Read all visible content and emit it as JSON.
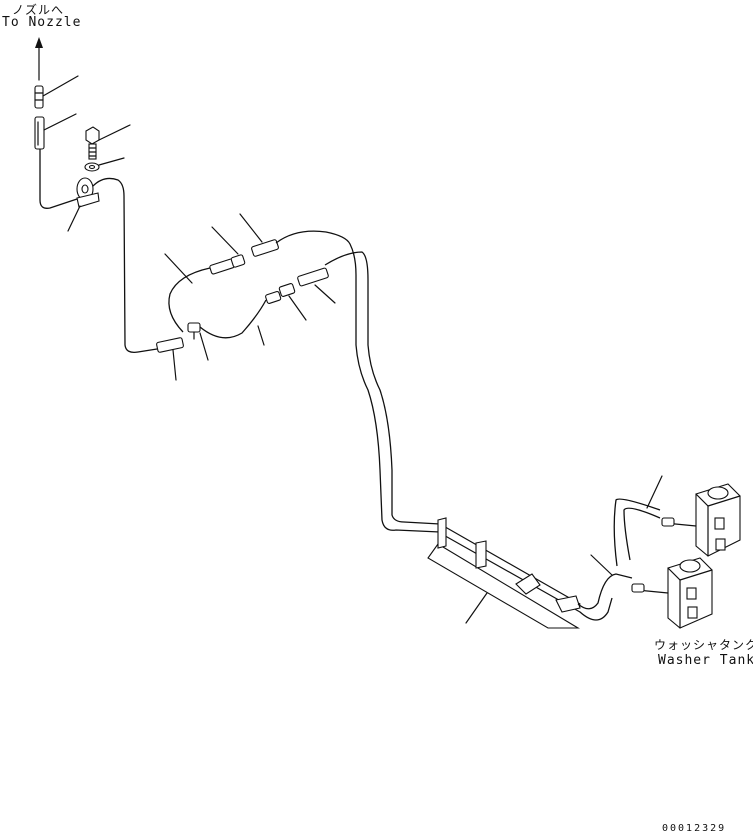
{
  "labels": {
    "to_nozzle_jp": "ノズルへ",
    "to_nozzle_en": "To Nozzle",
    "washer_tank_jp": "ウォッシャタンク",
    "washer_tank_en": "Washer Tank",
    "drawing_number": "00012329"
  },
  "colors": {
    "line": "#111111",
    "background": "#ffffff"
  }
}
